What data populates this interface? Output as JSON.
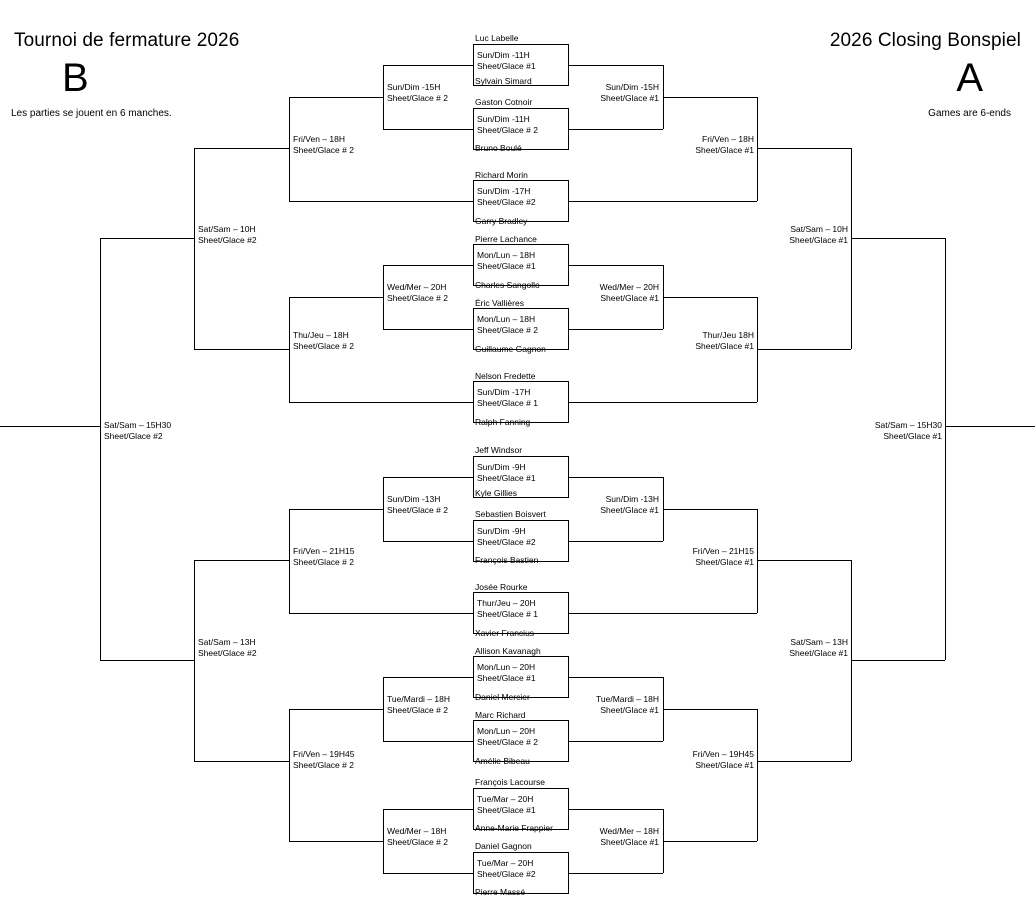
{
  "headings": {
    "left_title": "Tournoi de fermature 2026",
    "left_letter": "B",
    "left_note": "Les parties se jouent en 6 manches.",
    "right_title": "2026 Closing Bonspiel",
    "right_letter": "A",
    "right_note": "Games are 6-ends"
  },
  "players": [
    {
      "id": "p1",
      "name": "Luc Labelle"
    },
    {
      "id": "p2",
      "name": "Sylvain Simard"
    },
    {
      "id": "p3",
      "name": "Gaston Cotnoir"
    },
    {
      "id": "p4",
      "name": "Bruno Boulé"
    },
    {
      "id": "p5",
      "name": "Richard Morin"
    },
    {
      "id": "p6",
      "name": "Garry Bradley"
    },
    {
      "id": "p7",
      "name": "Pierre Lachance"
    },
    {
      "id": "p8",
      "name": "Charles Sangollo"
    },
    {
      "id": "p9",
      "name": "Éric Vallières"
    },
    {
      "id": "p10",
      "name": "Guillaume Gagnon"
    },
    {
      "id": "p11",
      "name": "Nelson Fredette"
    },
    {
      "id": "p12",
      "name": "Ralph Fanning"
    },
    {
      "id": "p13",
      "name": "Jeff Windsor"
    },
    {
      "id": "p14",
      "name": "Kyle Gillies"
    },
    {
      "id": "p15",
      "name": "Sebastien Boisvert"
    },
    {
      "id": "p16",
      "name": "François Bastien"
    },
    {
      "id": "p17",
      "name": "Josée Rourke"
    },
    {
      "id": "p18",
      "name": "Xavier Francius"
    },
    {
      "id": "p19",
      "name": "Allison Kavanagh"
    },
    {
      "id": "p20",
      "name": "Daniel Mercier"
    },
    {
      "id": "p21",
      "name": "Marc Richard"
    },
    {
      "id": "p22",
      "name": "Amélie Bibeau"
    },
    {
      "id": "p23",
      "name": "François Lacourse"
    },
    {
      "id": "p24",
      "name": "Anne-Marie Frappier"
    },
    {
      "id": "p25",
      "name": "Daniel Gagnon"
    },
    {
      "id": "p26",
      "name": "Pierre Massé"
    }
  ],
  "round1": [
    {
      "id": "r1g1",
      "time": "Sun/Dim -11H",
      "sheet": "Sheet/Glace #1"
    },
    {
      "id": "r1g2",
      "time": "Sun/Dim -11H",
      "sheet": "Sheet/Glace # 2"
    },
    {
      "id": "r1g3",
      "time": "Sun/Dim -17H",
      "sheet": "Sheet/Glace #2"
    },
    {
      "id": "r1g4",
      "time": "Mon/Lun – 18H",
      "sheet": "Sheet/Glace #1"
    },
    {
      "id": "r1g5",
      "time": "Mon/Lun – 18H",
      "sheet": "Sheet/Glace # 2"
    },
    {
      "id": "r1g6",
      "time": "Sun/Dim -17H",
      "sheet": "Sheet/Glace # 1"
    },
    {
      "id": "r1g7",
      "time": "Sun/Dim -9H",
      "sheet": "Sheet/Glace #1"
    },
    {
      "id": "r1g8",
      "time": "Sun/Dim -9H",
      "sheet": "Sheet/Glace #2"
    },
    {
      "id": "r1g9",
      "time": "Thur/Jeu – 20H",
      "sheet": "Sheet/Glace # 1"
    },
    {
      "id": "r1g10",
      "time": "Mon/Lun – 20H",
      "sheet": "Sheet/Glace #1"
    },
    {
      "id": "r1g11",
      "time": "Mon/Lun – 20H",
      "sheet": "Sheet/Glace # 2"
    },
    {
      "id": "r1g12",
      "time": "Tue/Mar – 20H",
      "sheet": "Sheet/Glace #1"
    },
    {
      "id": "r1g13",
      "time": "Tue/Mar – 20H",
      "sheet": "Sheet/Glace #2"
    }
  ],
  "b_bracket": {
    "label": "B",
    "slots": [
      {
        "id": "b_r2_1",
        "time": "Sun/Dim -15H",
        "sheet": "Sheet/Glace # 2"
      },
      {
        "id": "b_r2_2",
        "time": "Wed/Mer – 20H",
        "sheet": "Sheet/Glace # 2"
      },
      {
        "id": "b_r2_3",
        "time": "Sun/Dim -13H",
        "sheet": "Sheet/Glace # 2"
      },
      {
        "id": "b_r2_4",
        "time": "Tue/Mardi – 18H",
        "sheet": "Sheet/Glace # 2"
      },
      {
        "id": "b_r2_5",
        "time": "Wed/Mer – 18H",
        "sheet": "Sheet/Glace # 2"
      },
      {
        "id": "b_r3_1",
        "time": "Fri/Ven – 18H",
        "sheet": "Sheet/Glace # 2"
      },
      {
        "id": "b_r3_2",
        "time": "Thu/Jeu – 18H",
        "sheet": "Sheet/Glace # 2"
      },
      {
        "id": "b_r3_3",
        "time": "Fri/Ven – 21H15",
        "sheet": "Sheet/Glace # 2"
      },
      {
        "id": "b_r3_4",
        "time": "Fri/Ven – 19H45",
        "sheet": "Sheet/Glace # 2"
      },
      {
        "id": "b_r4_1",
        "time": "Sat/Sam – 10H",
        "sheet": "Sheet/Glace #2"
      },
      {
        "id": "b_r4_2",
        "time": "Sat/Sam – 13H",
        "sheet": "Sheet/Glace #2"
      },
      {
        "id": "b_final",
        "time": "Sat/Sam – 15H30",
        "sheet": "Sheet/Glace #2"
      }
    ]
  },
  "a_bracket": {
    "label": "A",
    "slots": [
      {
        "id": "a_r2_1",
        "time": "Sun/Dim -15H",
        "sheet": "Sheet/Glace #1"
      },
      {
        "id": "a_r2_2",
        "time": "Wed/Mer – 20H",
        "sheet": "Sheet/Glace #1"
      },
      {
        "id": "a_r2_3",
        "time": "Sun/Dim -13H",
        "sheet": "Sheet/Glace #1"
      },
      {
        "id": "a_r2_4",
        "time": "Tue/Mardi – 18H",
        "sheet": "Sheet/Glace #1"
      },
      {
        "id": "a_r2_5",
        "time": "Wed/Mer – 18H",
        "sheet": "Sheet/Glace #1"
      },
      {
        "id": "a_r3_1",
        "time": "Fri/Ven – 18H",
        "sheet": "Sheet/Glace #1"
      },
      {
        "id": "a_r3_2",
        "time": "Thur/Jeu 18H",
        "sheet": "Sheet/Glace #1"
      },
      {
        "id": "a_r3_3",
        "time": "Fri/Ven – 21H15",
        "sheet": "Sheet/Glace #1"
      },
      {
        "id": "a_r3_4",
        "time": "Fri/Ven – 19H45",
        "sheet": "Sheet/Glace #1"
      },
      {
        "id": "a_r4_1",
        "time": "Sat/Sam – 10H",
        "sheet": "Sheet/Glace #1"
      },
      {
        "id": "a_r4_2",
        "time": "Sat/Sam – 13H",
        "sheet": "Sheet/Glace #1"
      },
      {
        "id": "a_final",
        "time": "Sat/Sam – 15H30",
        "sheet": "Sheet/Glace #1"
      }
    ]
  }
}
